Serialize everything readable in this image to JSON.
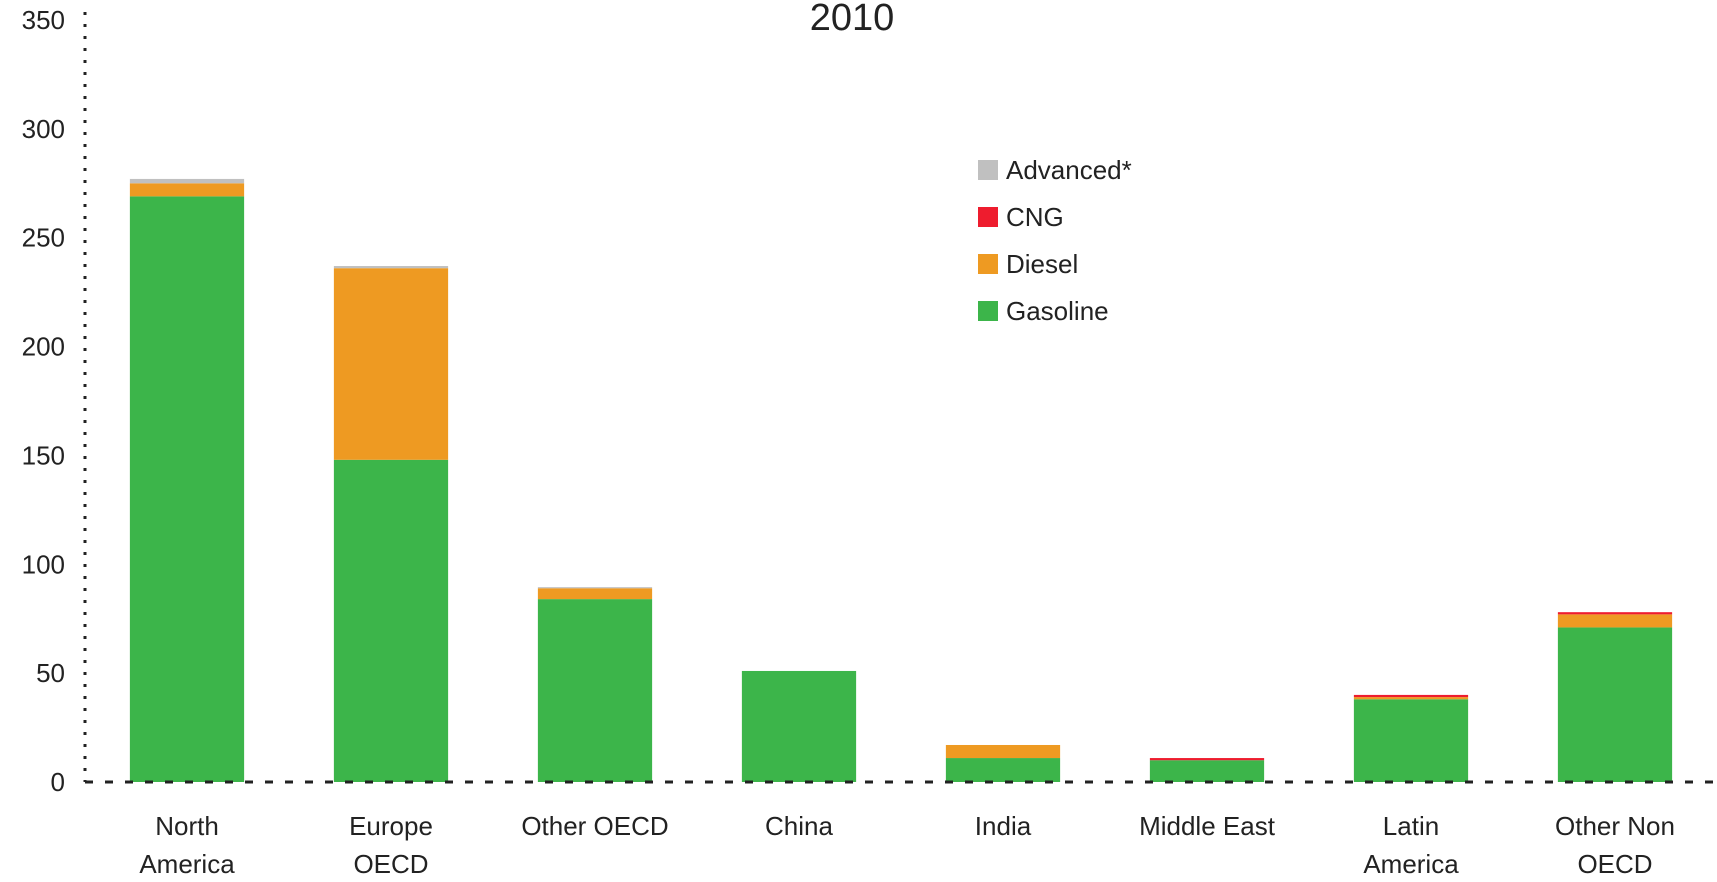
{
  "chart_data": {
    "type": "bar",
    "stacked": true,
    "title": "2010",
    "xlabel": "",
    "ylabel": "",
    "ylim": [
      0,
      350
    ],
    "yticks": [
      0,
      50,
      100,
      150,
      200,
      250,
      300,
      350
    ],
    "grid": false,
    "legend_position": "top-center",
    "categories": [
      [
        "North",
        "America"
      ],
      [
        "Europe",
        "OECD"
      ],
      [
        "Other OECD"
      ],
      [
        "China"
      ],
      [
        "India"
      ],
      [
        "Middle East"
      ],
      [
        "Latin",
        "America"
      ],
      [
        "Other Non",
        "OECD"
      ]
    ],
    "series": [
      {
        "name": "Gasoline",
        "color": "#3cb54a",
        "values": [
          269,
          148,
          84,
          51,
          11,
          10,
          38,
          71
        ]
      },
      {
        "name": "Diesel",
        "color": "#ee9a22",
        "values": [
          6,
          88,
          5,
          0,
          6,
          0,
          1,
          6
        ]
      },
      {
        "name": "CNG",
        "color": "#ee1c2e",
        "values": [
          0,
          0,
          0,
          0,
          0,
          1,
          1,
          1
        ]
      },
      {
        "name": "Advanced*",
        "color": "#c0c0c0",
        "values": [
          2,
          1,
          0.5,
          0,
          0,
          0,
          0,
          0
        ]
      }
    ],
    "legend_order": [
      "Advanced*",
      "CNG",
      "Diesel",
      "Gasoline"
    ]
  }
}
